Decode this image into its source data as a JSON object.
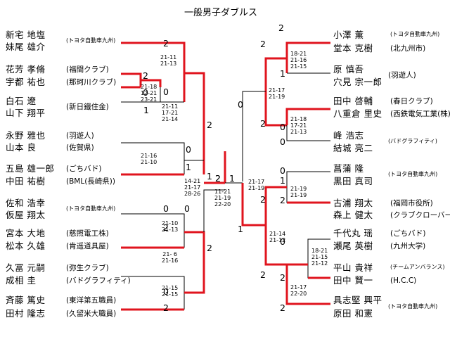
{
  "title": "一般男子ダブルス",
  "left_pairs": [
    {
      "p1": "新宅 地塩",
      "p2": "妹尾 雄介",
      "aff": "(トヨタ自動車九州)",
      "small": true
    },
    {
      "p1": "花芳 孝脩",
      "p2": "宇都 祐也",
      "aff1": "(福間クラブ)",
      "aff2": "(那珂川クラブ)"
    },
    {
      "p1": "白石 遼",
      "p2": "山下 翔平",
      "aff": "(新日鐵住金)"
    },
    {
      "p1": "永野 雅也",
      "p2": "山本 良",
      "aff1": "(羽遊人)",
      "aff2": "(佐賀県)"
    },
    {
      "p1": "五島 雄一郎",
      "p2": "中田 祐樹",
      "aff1": "(ごちバド)",
      "aff2": "(BML(長崎県))"
    },
    {
      "p1": "佐和 浩幸",
      "p2": "仮屋 翔太",
      "aff": "(トヨタ自動車九州)",
      "small": true
    },
    {
      "p1": "宮本 大地",
      "p2": "松本 久雄",
      "aff1": "(慈照電工株)",
      "aff2": "(肯遥道具屋)"
    },
    {
      "p1": "久冨 元嗣",
      "p2": "成相 圭",
      "aff1": "(弥生クラブ)",
      "aff2": "(バドグラフィティ)"
    },
    {
      "p1": "斉藤 篤史",
      "p2": "田村 隆志",
      "aff1": "(東洋第五職員)",
      "aff2": "(久留米大職員)"
    }
  ],
  "right_pairs": [
    {
      "p1": "小澤 薫",
      "p2": "堂本 克樹",
      "aff1": "(トヨタ自動車九州)",
      "aff2": "(北九州市)"
    },
    {
      "p1": "原 慎吾",
      "p2": "穴見 宗一郎",
      "aff": "(羽遊人)"
    },
    {
      "p1": "田中 啓輔",
      "p2": "八重倉 里史",
      "aff1": "(春日クラブ)",
      "aff2": "(西鉄電気工業(株))"
    },
    {
      "p1": "峰 浩志",
      "p2": "結城 亮二",
      "aff": "(バドグラフィティ)",
      "small": true
    },
    {
      "p1": "菖蒲 隆",
      "p2": "黒田 真司",
      "aff": "(トヨタ自動車九州)",
      "small": true
    },
    {
      "p1": "古浦 翔太",
      "p2": "森上 健太",
      "aff1": "(福岡市役所)",
      "aff2": "(クラブクローバー)"
    },
    {
      "p1": "千代丸 瑶",
      "p2": "瀬尾 英樹",
      "aff1": "(ごちバド)",
      "aff2": "(九州大学)"
    },
    {
      "p1": "平山 貴祥",
      "p2": "田中 賢一",
      "aff1": "(チームアンバランス)",
      "aff2": "(H.C.C)"
    },
    {
      "p1": "具志堅 興平",
      "p2": "原田 和憲",
      "aff": "(トヨタ自動車九州)",
      "small": true
    }
  ],
  "scores": [
    {
      "v": "2"
    },
    {
      "v": "0"
    },
    {
      "v": "2"
    },
    {
      "v": "0"
    },
    {
      "v": "1"
    },
    {
      "v": "0"
    },
    {
      "v": "1"
    },
    {
      "v": "2"
    },
    {
      "v": "1"
    },
    {
      "v": "0"
    },
    {
      "v": "2"
    },
    {
      "v": "0"
    },
    {
      "v": "2"
    },
    {
      "v": "0"
    },
    {
      "v": "2"
    },
    {
      "v": "2"
    },
    {
      "v": "2"
    },
    {
      "v": "1"
    },
    {
      "v": "2"
    },
    {
      "v": "1"
    },
    {
      "v": "2"
    },
    {
      "v": "0"
    },
    {
      "v": "2"
    },
    {
      "v": "0"
    },
    {
      "v": "0"
    },
    {
      "v": "1"
    },
    {
      "v": "0"
    },
    {
      "v": "2"
    },
    {
      "v": "1"
    },
    {
      "v": "2"
    },
    {
      "v": "2"
    },
    {
      "v": "2"
    },
    {
      "v": "0"
    },
    {
      "v": "2"
    }
  ],
  "game_scores": [
    {
      "v": "21-11\n21-13"
    },
    {
      "v": "21-18\n12-21\n23-21"
    },
    {
      "v": "21-11\n17-21\n21-14"
    },
    {
      "v": "21-16\n21-10"
    },
    {
      "v": "21-10\n21-13"
    },
    {
      "v": "21- 6\n21-16"
    },
    {
      "v": "21-15\n21-15"
    },
    {
      "v": "14-21\n21-17\n28-26"
    },
    {
      "v": "11-21\n21-19\n22-20"
    },
    {
      "v": "18-21\n21-16\n21-15"
    },
    {
      "v": "21-17\n21-19"
    },
    {
      "v": "21-18\n17-21\n21-13"
    },
    {
      "v": "21-17\n21-19"
    },
    {
      "v": "21-19\n21-19"
    },
    {
      "v": "21-14\n21-12"
    },
    {
      "v": "18-21\n21-15\n21-12"
    },
    {
      "v": "21-17\n22-20"
    }
  ]
}
